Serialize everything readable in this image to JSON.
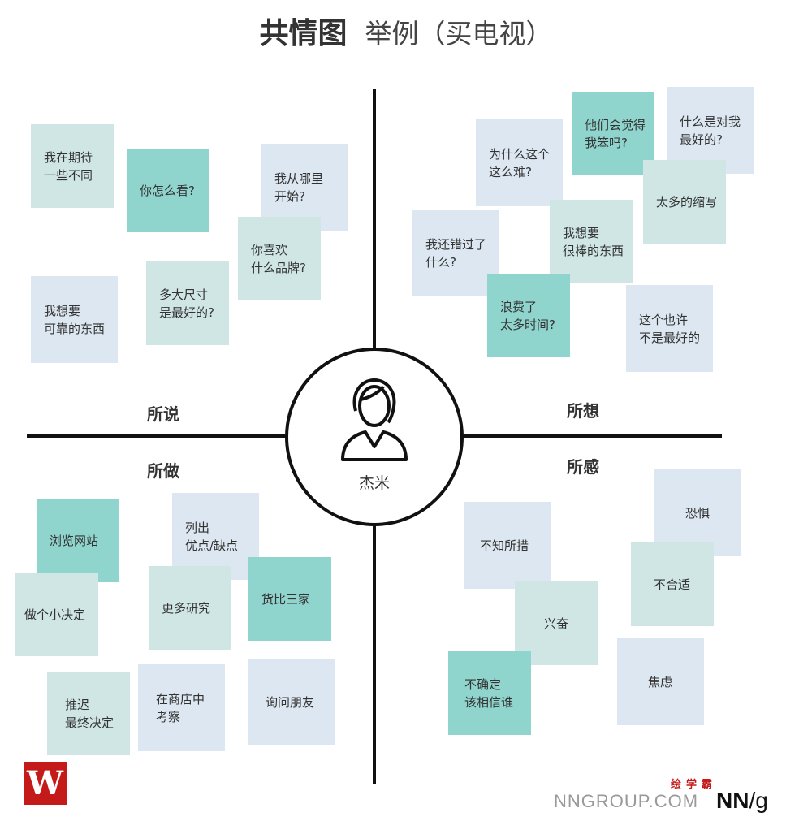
{
  "title": {
    "main": "共情图",
    "sub": "举例（买电视）"
  },
  "persona": {
    "name": "杰米",
    "icon": "person-icon"
  },
  "quadrants": {
    "says": "所说",
    "thinks": "所想",
    "does": "所做",
    "feels": "所感"
  },
  "notes": {
    "says": [
      "我在期待\n一些不同",
      "你怎么看?",
      "我从哪里\n开始?",
      "你喜欢\n什么品牌?",
      "多大尺寸\n是最好的?",
      "我想要\n可靠的东西"
    ],
    "thinks": [
      "为什么这个\n这么难?",
      "他们会觉得\n我笨吗?",
      "什么是对我\n最好的?",
      "太多的缩写",
      "我还错过了\n什么?",
      "我想要\n很棒的东西",
      "浪费了\n太多时间?",
      "这个也许\n不是最好的"
    ],
    "does": [
      "浏览网站",
      "列出\n优点/缺点",
      "做个小决定",
      "更多研究",
      "货比三家",
      "推迟\n最终决定",
      "在商店中\n考察",
      "询问朋友"
    ],
    "feels": [
      "不知所措",
      "恐惧",
      "不合适",
      "兴奋",
      "不确定\n该相信谁",
      "焦虑"
    ]
  },
  "colors": {
    "light_blue": "#dce7f1",
    "light_teal": "#cfe6e4",
    "teal": "#8fd4cd",
    "brand_red": "#c41a1a"
  },
  "footer": {
    "watermark_cn": "绘学霸",
    "url": "NNGROUP.COM",
    "logo_nn": "NN",
    "logo_g": "/g",
    "logo_w": "W"
  }
}
